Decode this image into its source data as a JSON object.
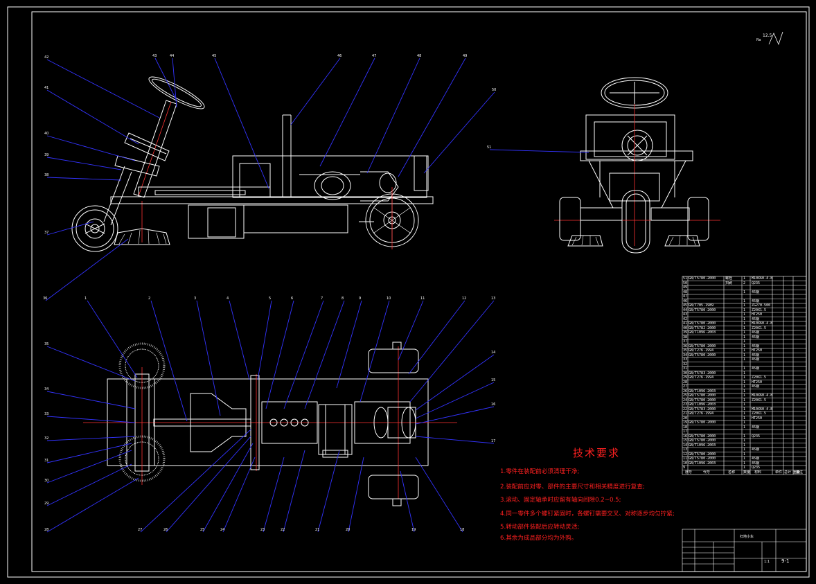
{
  "roughness": {
    "ra": "12.5",
    "prefix": "Ra"
  },
  "balloons": [
    "1",
    "2",
    "3",
    "4",
    "5",
    "6",
    "7",
    "8",
    "9",
    "10",
    "11",
    "12",
    "13",
    "14",
    "15",
    "16",
    "17",
    "18",
    "19",
    "20",
    "21",
    "22",
    "23",
    "24",
    "25",
    "26",
    "27",
    "28",
    "29",
    "30",
    "31",
    "32",
    "33",
    "34",
    "35",
    "36",
    "37",
    "38",
    "39",
    "40",
    "41",
    "42",
    "43",
    "44",
    "45",
    "46",
    "47",
    "48",
    "49",
    "50",
    "51"
  ],
  "tech": {
    "title": "技术要求",
    "items": [
      "1.零件在装配前必须清理干净;",
      "2.装配前应对零、部件的主要尺寸和相关精度进行复查;",
      "3.滚动、固定轴承时应留有轴向间隙0.2~0.5;",
      "4.同一零件多个螺钉紧固时，各螺钉需要交叉、对称逐步均匀拧紧;",
      "5.转动部件装配后应转动灵活;",
      "6.其余为成品部分均为外购。"
    ]
  },
  "bom": {
    "rows": [
      {
        "no": "51",
        "code": "GB/T5780-2000",
        "name": "螺栓",
        "qty": "1",
        "mat": "M10X60-4.8"
      },
      {
        "no": "50",
        "code": "",
        "name": "扫刷",
        "qty": "2",
        "mat": "Q235"
      },
      {
        "no": "49",
        "code": "",
        "name": "",
        "qty": "",
        "mat": ""
      },
      {
        "no": "48",
        "code": "",
        "name": "",
        "qty": "1",
        "mat": "45钢"
      },
      {
        "no": "47",
        "code": "",
        "name": "",
        "qty": "",
        "mat": ""
      },
      {
        "no": "46",
        "code": "",
        "name": "",
        "qty": "1",
        "mat": "45钢"
      },
      {
        "no": "45",
        "code": "GB/T705-1989",
        "name": "",
        "qty": "1",
        "mat": "ZG270-500"
      },
      {
        "no": "44",
        "code": "GB/T5780-2000",
        "name": "",
        "qty": "1",
        "mat": "Z20X1.5"
      },
      {
        "no": "43",
        "code": "",
        "name": "",
        "qty": "1",
        "mat": "HT250"
      },
      {
        "no": "42",
        "code": "",
        "name": "",
        "qty": "1",
        "mat": "45钢"
      },
      {
        "no": "41",
        "code": "GB/T5780-2000",
        "name": "",
        "qty": "1",
        "mat": "M10X60-4.8"
      },
      {
        "no": "40",
        "code": "GB/T5782-2000",
        "name": "",
        "qty": "1",
        "mat": "Z20X1.5"
      },
      {
        "no": "39",
        "code": "GB/T1096-2003",
        "name": "",
        "qty": "1",
        "mat": "45钢"
      },
      {
        "no": "38",
        "code": "",
        "name": "",
        "qty": "1",
        "mat": "45钢"
      },
      {
        "no": "37",
        "code": "",
        "name": "",
        "qty": "1",
        "mat": ""
      },
      {
        "no": "36",
        "code": "GB/T5780-2000",
        "name": "",
        "qty": "1",
        "mat": "45钢"
      },
      {
        "no": "35",
        "code": "GB/T276-1994",
        "name": "",
        "qty": "1",
        "mat": "HT250"
      },
      {
        "no": "34",
        "code": "GB/T5780-2000",
        "name": "",
        "qty": "1",
        "mat": "45钢"
      },
      {
        "no": "33",
        "code": "",
        "name": "",
        "qty": "1",
        "mat": "45钢"
      },
      {
        "no": "32",
        "code": "",
        "name": "",
        "qty": "",
        "mat": ""
      },
      {
        "no": "31",
        "code": "",
        "name": "",
        "qty": "1",
        "mat": "45钢"
      },
      {
        "no": "30",
        "code": "GB/T5783-2000",
        "name": "",
        "qty": "1",
        "mat": ""
      },
      {
        "no": "29",
        "code": "GB/T276-1994",
        "name": "",
        "qty": "1",
        "mat": "Z20X1.5"
      },
      {
        "no": "28",
        "code": "",
        "name": "",
        "qty": "1",
        "mat": "HT250"
      },
      {
        "no": "27",
        "code": "",
        "name": "",
        "qty": "1",
        "mat": "45钢"
      },
      {
        "no": "26",
        "code": "GB/T1096-2003",
        "name": "",
        "qty": "1",
        "mat": ""
      },
      {
        "no": "25",
        "code": "GB/T5780-2000",
        "name": "",
        "qty": "1",
        "mat": "M10X60-4.8"
      },
      {
        "no": "24",
        "code": "GB/T5780-2000",
        "name": "",
        "qty": "1",
        "mat": "Z20X1.5"
      },
      {
        "no": "23",
        "code": "GB/T1096-2003",
        "name": "",
        "qty": "1",
        "mat": ""
      },
      {
        "no": "22",
        "code": "GB/T5783-2000",
        "name": "",
        "qty": "1",
        "mat": "M10X60-4.8"
      },
      {
        "no": "21",
        "code": "GB/T276-1994",
        "name": "",
        "qty": "1",
        "mat": "Z20X1.5"
      },
      {
        "no": "20",
        "code": "",
        "name": "",
        "qty": "1",
        "mat": "HT250"
      },
      {
        "no": "19",
        "code": "GB/T5780-2000",
        "name": "",
        "qty": "1",
        "mat": ""
      },
      {
        "no": "18",
        "code": "",
        "name": "",
        "qty": "1",
        "mat": "45钢"
      },
      {
        "no": "17",
        "code": "",
        "name": "",
        "qty": "",
        "mat": ""
      },
      {
        "no": "16",
        "code": "GB/T5780-2000",
        "name": "",
        "qty": "1",
        "mat": "Q235"
      },
      {
        "no": "15",
        "code": "GB/T5780-2000",
        "name": "",
        "qty": "1",
        "mat": ""
      },
      {
        "no": "14",
        "code": "GB/T1096-2003",
        "name": "",
        "qty": "1",
        "mat": ""
      },
      {
        "no": "13",
        "code": "",
        "name": "",
        "qty": "1",
        "mat": "45钢"
      },
      {
        "no": "12",
        "code": "GB/T5780-2000",
        "name": "",
        "qty": "1",
        "mat": ""
      },
      {
        "no": "11",
        "code": "GB/T5780-2000",
        "name": "",
        "qty": "1",
        "mat": "45钢"
      },
      {
        "no": "10",
        "code": "GB/T1096-2003",
        "name": "",
        "qty": "1",
        "mat": "45钢"
      },
      {
        "no": "9",
        "code": "",
        "name": "",
        "qty": "1",
        "mat": "Q235"
      }
    ],
    "header": {
      "no": "序号",
      "code": "代号",
      "name": "名称",
      "qty": "数量",
      "mat": "材料",
      "weight": "单件 总计 重量",
      "remark": "备注"
    }
  },
  "titleblock": {
    "name": "扫地小车",
    "sheet": "9-1",
    "scale": "1:1"
  }
}
